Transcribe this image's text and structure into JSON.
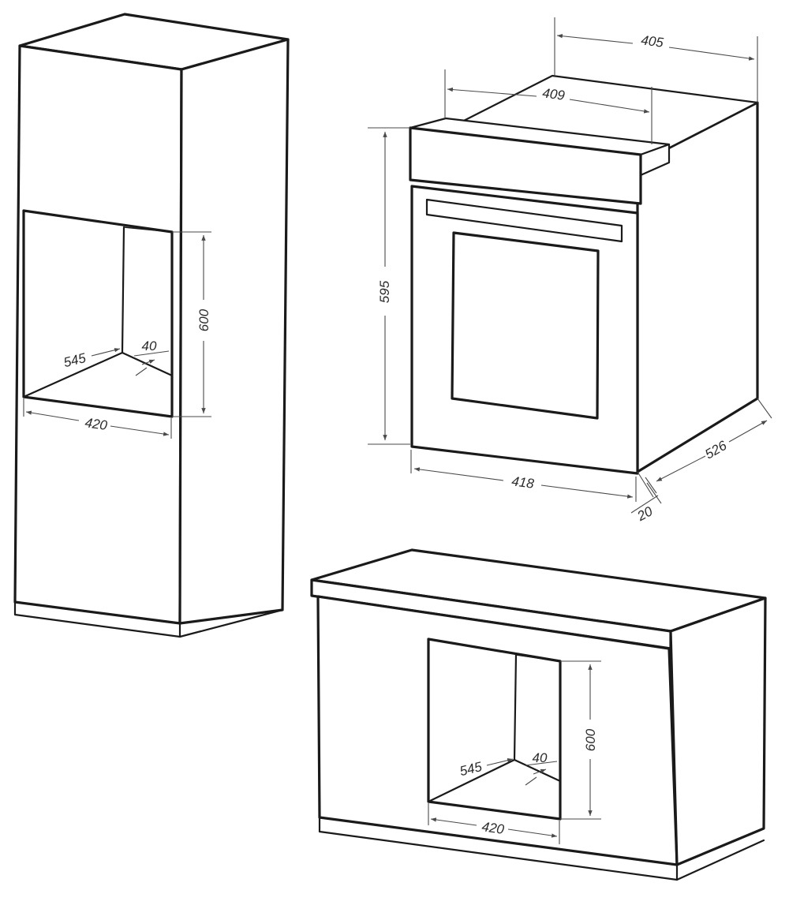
{
  "colors": {
    "line": "#1a1a1a",
    "dimension": "#4a4a4a",
    "background": "#ffffff"
  },
  "tall_cabinet": {
    "dims": {
      "niche_height": "600",
      "niche_depth": "545",
      "vent_gap": "40",
      "niche_width": "420"
    }
  },
  "oven": {
    "dims": {
      "top_depth": "405",
      "top_inner_depth": "409",
      "height": "595",
      "width": "418",
      "depth": "526",
      "door_offset": "20"
    }
  },
  "base_cabinet": {
    "dims": {
      "niche_height": "600",
      "niche_depth": "545",
      "vent_gap": "40",
      "niche_width": "420"
    }
  }
}
